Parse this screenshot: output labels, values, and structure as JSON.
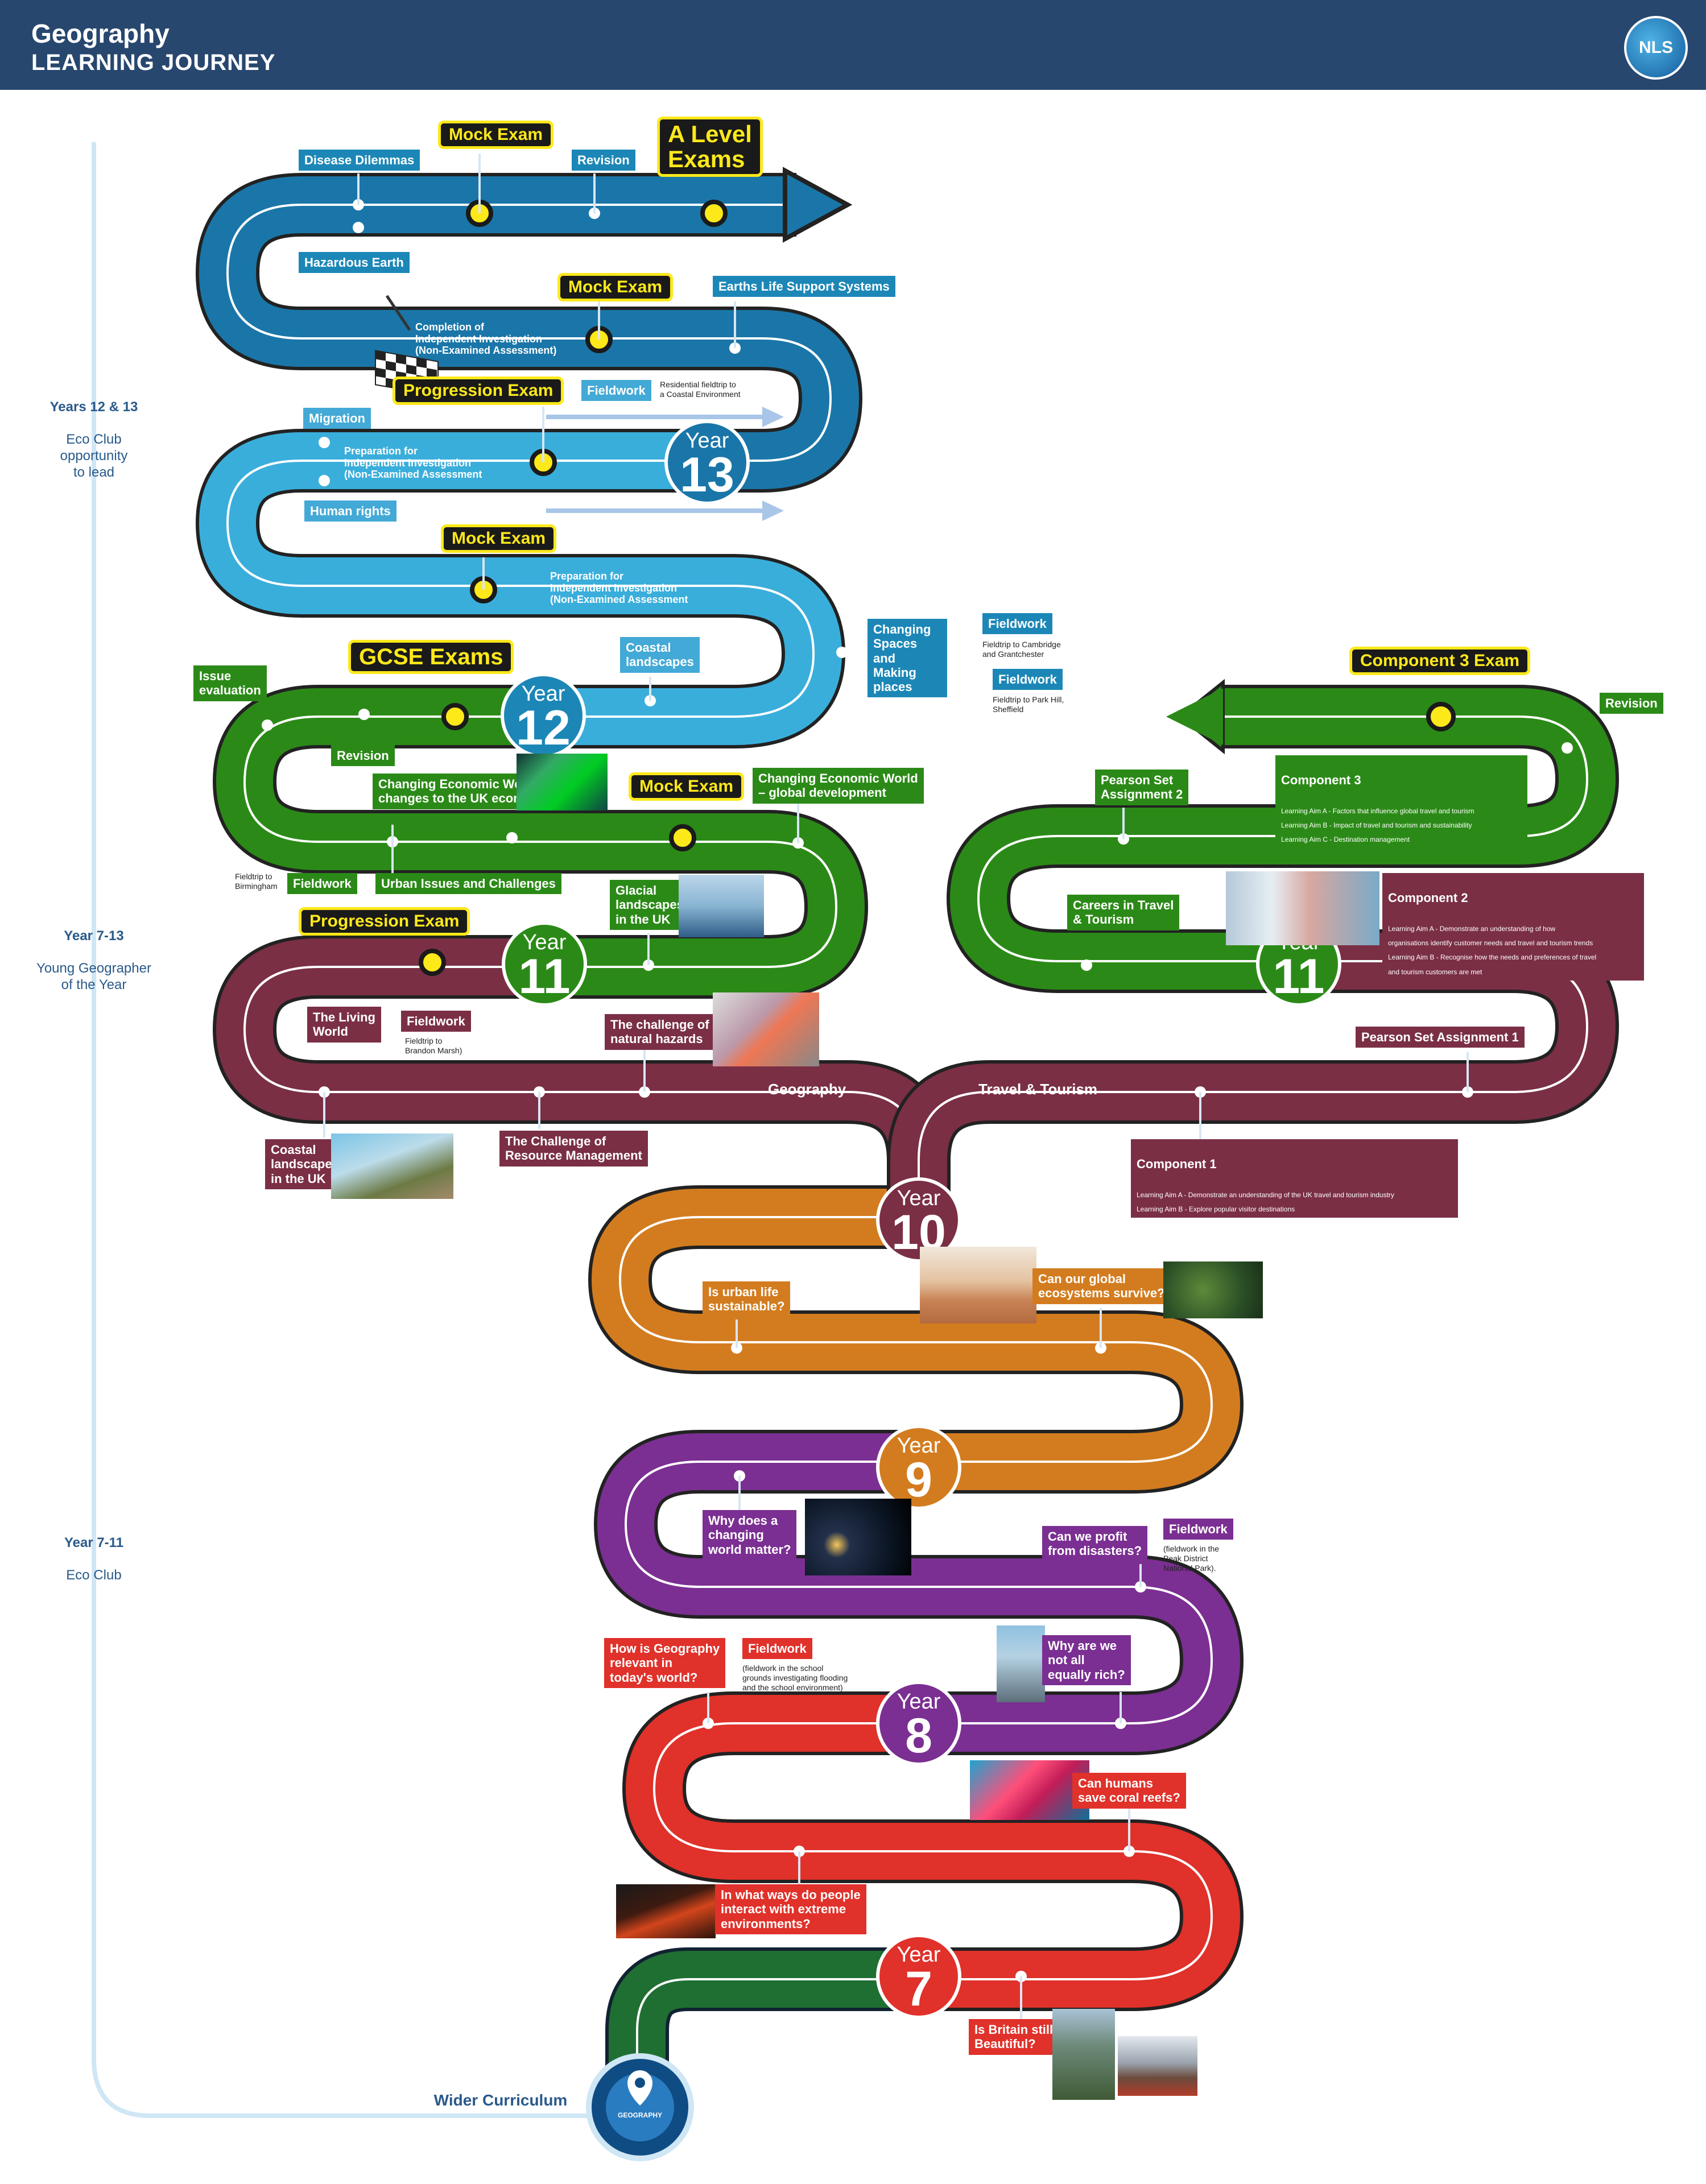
{
  "header": {
    "title": "Geography",
    "subtitle": "LEARNING JOURNEY",
    "logo": "NLS"
  },
  "sidebar": {
    "s1": {
      "heading": "Years 12 & 13",
      "text": "Eco Club\nopportunity\nto lead"
    },
    "s2": {
      "heading": "Year 7-13",
      "text": "Young Geographer\nof the Year"
    },
    "s3": {
      "heading": "Year 7-11",
      "text": "Eco Club"
    },
    "wider": "Wider Curriculum"
  },
  "years": {
    "y13": "13",
    "y12": "12",
    "y11a": "11",
    "y11b": "11",
    "y10": "10",
    "y9": "9",
    "y8": "8",
    "y7": "7",
    "word": "Year"
  },
  "alevel": {
    "disease": "Disease Dilemmas",
    "mock1": "Mock Exam",
    "revision": "Revision",
    "alevel_exams": "A Level\nExams",
    "hazardous": "Hazardous Earth",
    "mock2": "Mock Exam",
    "earths": "Earths Life Support Systems",
    "completion": "Completion of\nIndependent Investigation\n(Non-Examined Assessment)",
    "progression": "Progression Exam",
    "fieldwork": "Fieldwork",
    "residential": "Residential fieldtrip to\na Coastal Environment",
    "migration": "Migration",
    "prep1": "Preparation for\nIndependent Investigation\n(Non-Examined Assessment",
    "human": "Human rights",
    "mock3": "Mock Exam",
    "prep2": "Preparation for\nIndependent Investigation\n(Non-Examined Assessment",
    "coastal": "Coastal\nlandscapes",
    "changing": "Changing\nSpaces and\nMaking\nplaces",
    "field_cam": "Fieldwork",
    "note_cam": "Fieldtrip to Cambridge\nand Grantchester",
    "field_park": "Fieldwork",
    "note_park": "Fieldtrip to Park Hill,\nSheffield"
  },
  "gcse": {
    "issue": "Issue\nevaluation",
    "gcse_exams": "GCSE Exams",
    "revision": "Revision",
    "econ_uk": "Changing Economic World –\nchanges to the UK economy",
    "mock": "Mock Exam",
    "econ_global": "Changing Economic World\n– global development",
    "note_birm": "Fieldtrip to\nBirmingham",
    "fieldwork": "Fieldwork",
    "urban": "Urban Issues and Challenges",
    "glacial": "Glacial\nlandscapes\nin the UK",
    "progression": "Progression Exam",
    "living": "The Living\nWorld",
    "field2": "Fieldwork",
    "note_brandon": "Fieldtrip to\nBrandon Marsh)",
    "hazards": "The challenge of\nnatural hazards",
    "coastal_uk": "Coastal\nlandscapes\nin the UK",
    "resource": "The Challenge of\nResource Management",
    "road_geo": "Geography",
    "road_tt": "Travel & Tourism"
  },
  "tourism": {
    "comp3_exam": "Component 3 Exam",
    "revision": "Revision",
    "pearson2": "Pearson Set\nAssignment 2",
    "comp3_title": "Component 3",
    "comp3_body": "Learning Aim A - Factors that influence global travel and tourism\nLearning Aim B - Impact of travel and tourism and sustainability\nLearning Aim C - Destination management",
    "careers": "Careers in Travel\n& Tourism",
    "comp2_title": "Component 2",
    "comp2_body": "Learning Aim A - Demonstrate an understanding of how\norganisations identify customer needs and travel and tourism trends\nLearning Aim B - Recognise how the needs and preferences of travel\nand tourism customers are met",
    "pearson1": "Pearson Set Assignment 1",
    "comp1_title": "Component 1",
    "comp1_body": "Learning Aim A - Demonstrate an understanding of the UK travel and tourism industry\nLearning Aim B - Explore popular visitor destinations"
  },
  "ks3": {
    "urban_life": "Is urban life\nsustainable?",
    "ecosystems": "Can our global\necosystems survive?",
    "changing_world": "Why does a\nchanging\nworld matter?",
    "profit": "Can we profit\nfrom disasters?",
    "field_peak": "Fieldwork",
    "note_peak": "(fieldwork in the\nPeak District\nNational Park).",
    "relevant": "How is Geography\nrelevant in\ntoday's world?",
    "field_school": "Fieldwork",
    "note_school": "(fieldwork in the school\ngrounds investigating flooding\nand the school environment)",
    "rich": "Why are we\nnot all\nequally rich?",
    "coral": "Can humans\nsave coral reefs?",
    "extreme": "In what ways do people\ninteract with extreme\nenvironments?",
    "britain": "Is Britain still\nBeautiful?",
    "geography_badge": "GEOGRAPHY"
  },
  "colors": {
    "blue_dark": "#1a76a8",
    "blue_light": "#3aaedb",
    "green": "#2b8a17",
    "maroon": "#7a2f45",
    "orange": "#d37c1f",
    "purple": "#7b2f92",
    "red": "#e0312a",
    "dark_green": "#1f6f33",
    "header": "#28476f"
  }
}
